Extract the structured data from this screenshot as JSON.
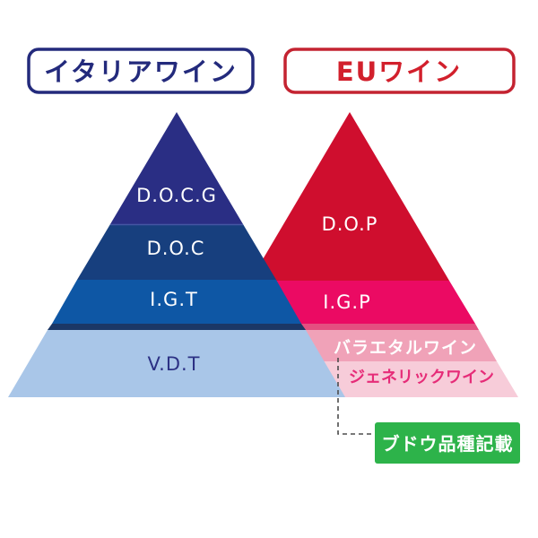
{
  "titles": {
    "italy": "イタリアワイン",
    "eu": "EUワイン"
  },
  "italy_pyramid": {
    "levels": [
      {
        "label": "D.O.C.G"
      },
      {
        "label": "D.O.C"
      },
      {
        "label": "I.G.T"
      },
      {
        "label": "V.D.T"
      }
    ]
  },
  "eu_pyramid": {
    "levels": [
      {
        "label": "D.O.P"
      },
      {
        "label": "I.G.P"
      },
      {
        "label": "バラエタルワイン"
      },
      {
        "label": "ジェネリックワイン"
      }
    ]
  },
  "annotation": {
    "label": "ブドウ品種記載"
  },
  "colors": {
    "docg": "#2a2e84",
    "doc": "#173f7e",
    "doc_divider": "#4456a3",
    "igt": "#0e57a5",
    "igt_strip": "#1b3766",
    "vdt": "#a9c6e8",
    "vdt_text": "#2c3184",
    "dop": "#cf0e2e",
    "igp": "#eb0a63",
    "igp_strip": "#e44f80",
    "varietal": "#f0a2b8",
    "generic": "#f7ccd9",
    "generic_text": "#e62c78",
    "italy_accent": "#232a7c",
    "eu_border": "#c42331",
    "eu_text": "#d2202c",
    "green": "#2db34a",
    "white": "#ffffff",
    "dash": "#4d4d4d"
  }
}
